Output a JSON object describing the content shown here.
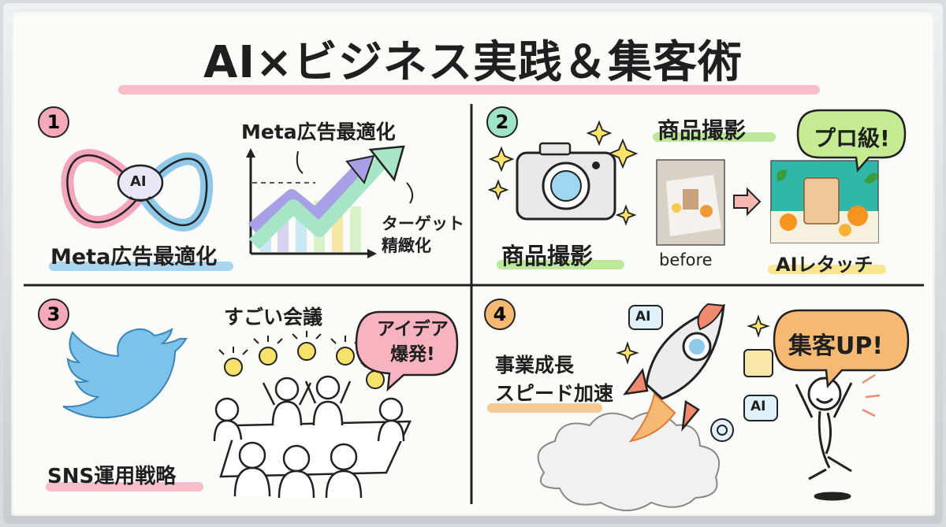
{
  "title": "AI×ビジネス実践＆集客術",
  "sections": [
    {
      "number": "1",
      "caption": "Meta広告最適化",
      "chart_heading": "Meta広告最適化",
      "annotation": "ターゲット\n精緻化",
      "logo_text": "AI"
    },
    {
      "number": "2",
      "heading": "商品撮影",
      "caption": "商品撮影",
      "bubble": "プロ級!",
      "before_label": "before",
      "after_label": "AIレタッチ"
    },
    {
      "number": "3",
      "caption": "SNS運用戦略",
      "heading": "すごい会議",
      "bubble": "アイデア\n爆発!"
    },
    {
      "number": "4",
      "heading": "事業成長\nスピード加速",
      "bubble": "集客UP!",
      "tags": [
        "AI",
        "AI"
      ]
    }
  ],
  "colors": {
    "pink": "#f6a9b8",
    "blue": "#8ec9ea",
    "green": "#a8e07a",
    "orange": "#f6b973",
    "yellow": "#f7e06b",
    "mint": "#9fe3c8"
  }
}
